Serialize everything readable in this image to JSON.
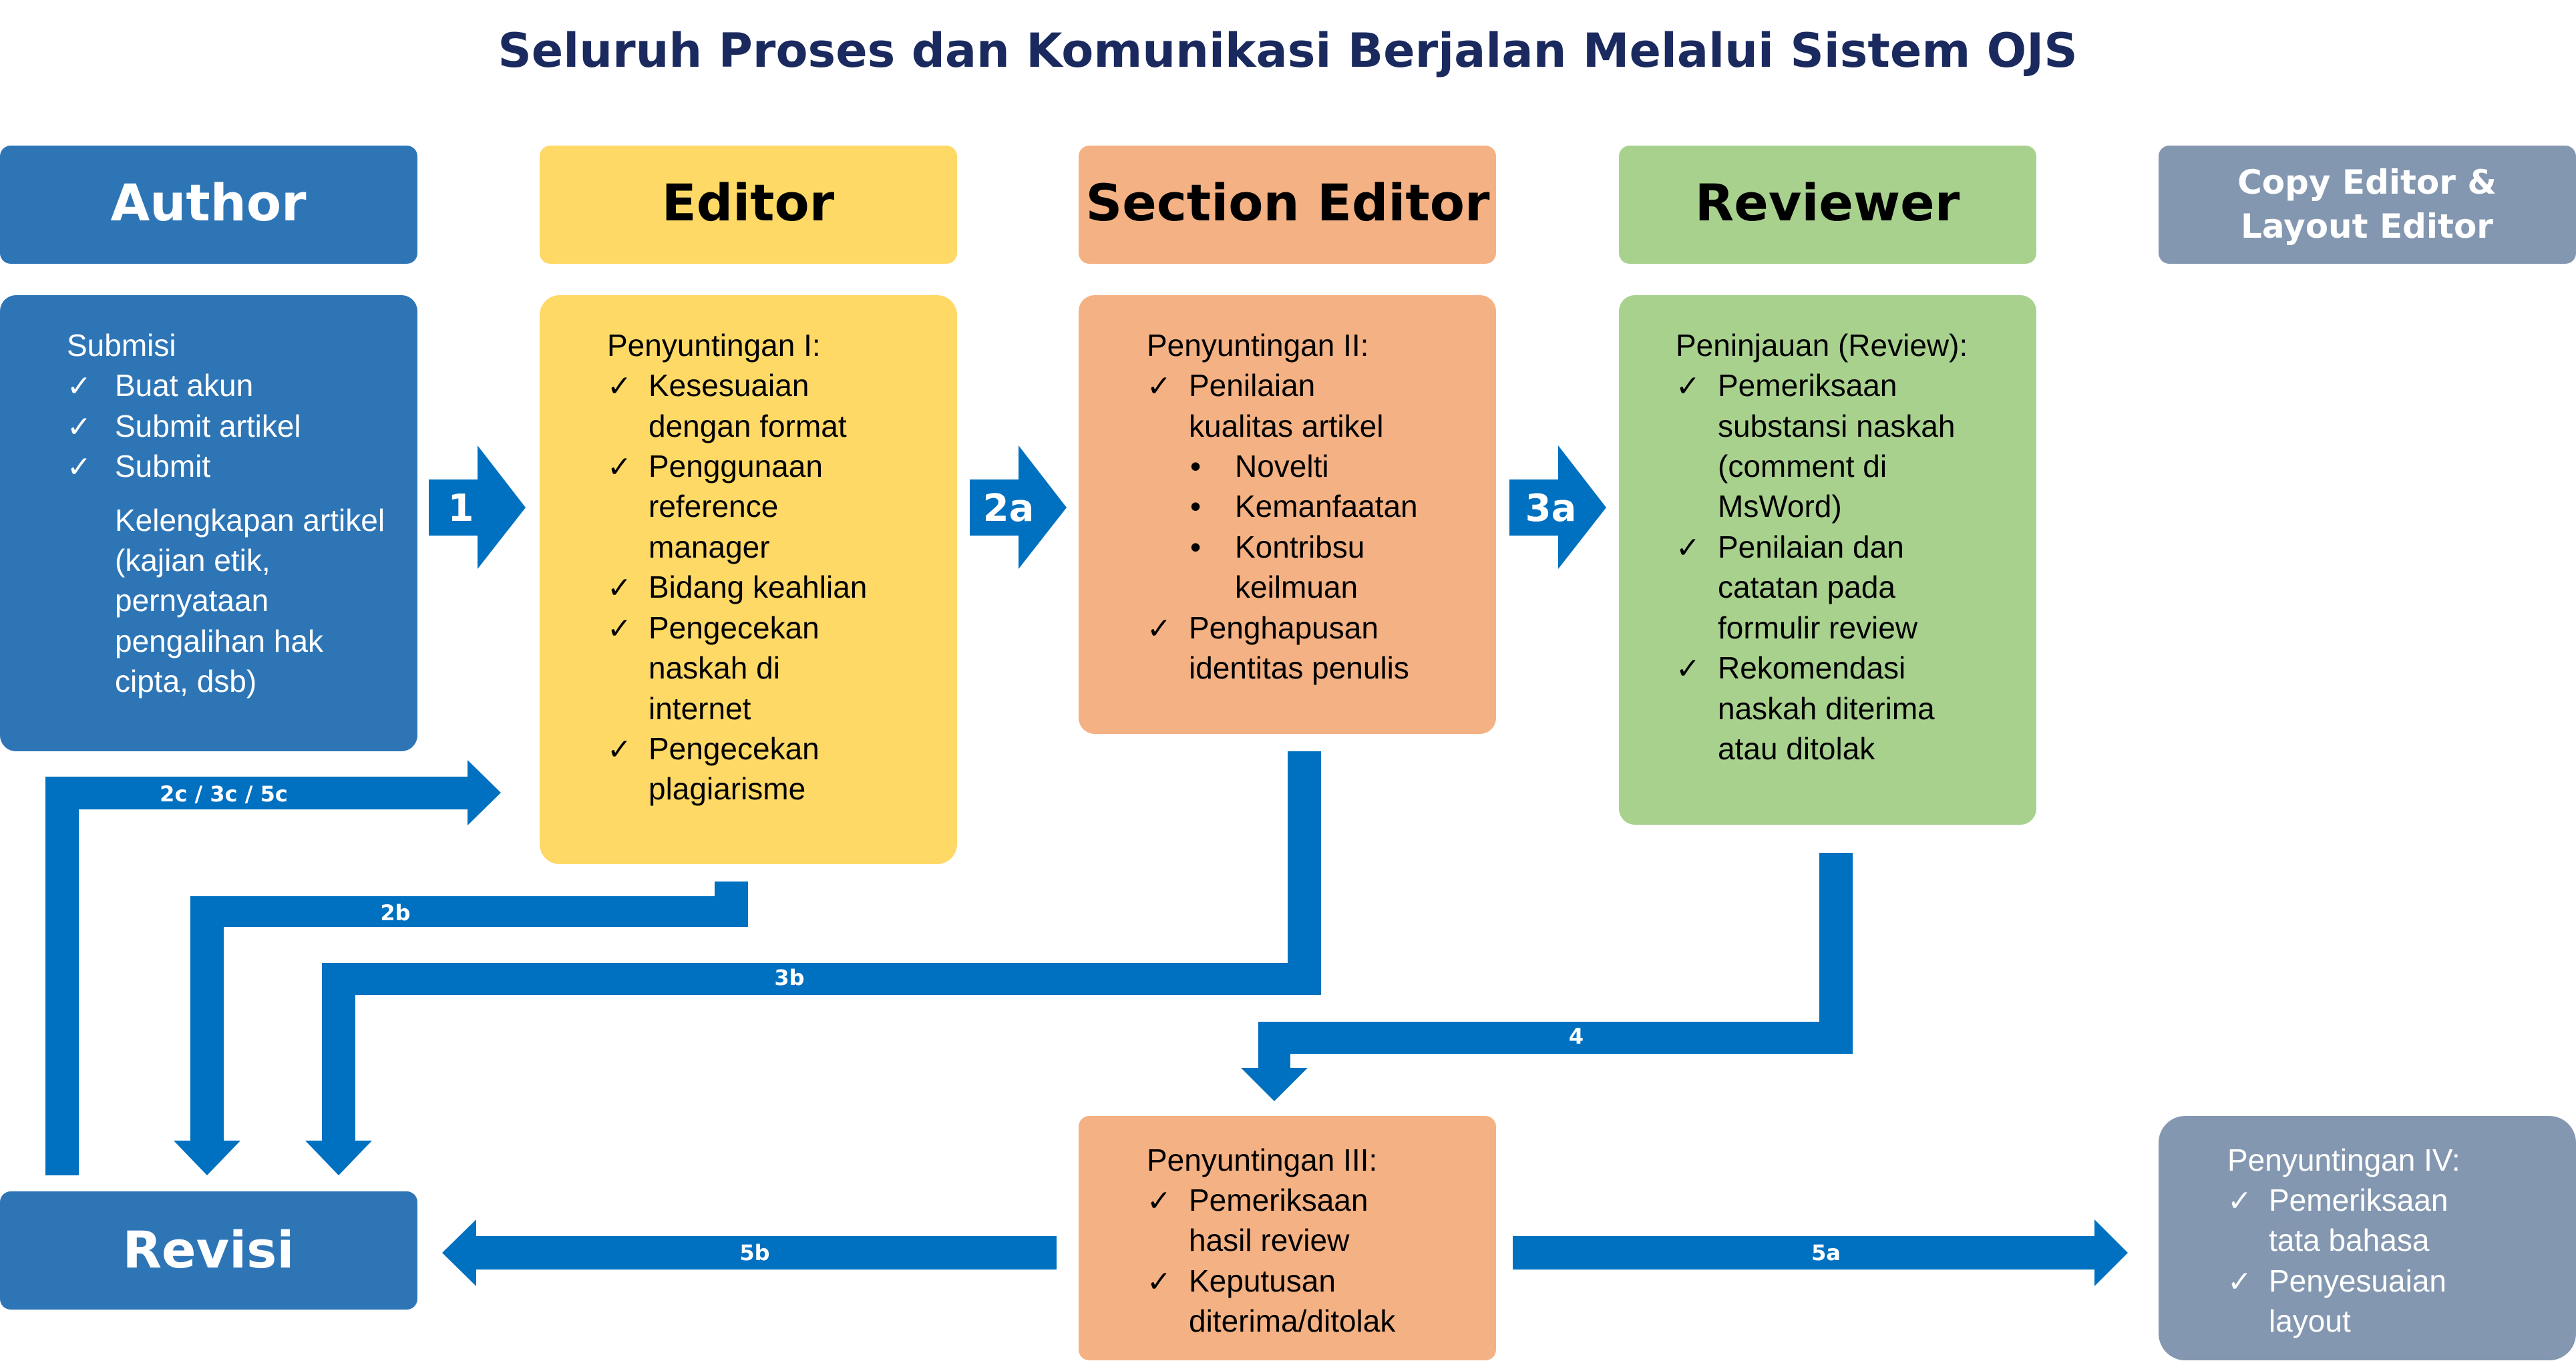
{
  "title": "Seluruh Proses dan Komunikasi Berjalan Melalui Sistem OJS",
  "colors": {
    "title": "#1b2a5e",
    "author": "#2e75b6",
    "editor": "#ffd966",
    "section_editor": "#f4b183",
    "reviewer": "#a9d18e",
    "copy_editor": "#8497b0",
    "arrow": "#0070c0"
  },
  "headers": {
    "author": "Author",
    "editor": "Editor",
    "section_editor": "Section Editor",
    "reviewer": "Reviewer",
    "copy_editor_line1": "Copy Editor &",
    "copy_editor_line2": "Layout Editor",
    "revisi": "Revisi"
  },
  "author_box": {
    "heading": "Submisi",
    "checks": [
      "Buat akun",
      "Submit artikel",
      "Submit"
    ],
    "note": [
      "Kelengkapan artikel",
      "(kajian etik,",
      "pernyataan",
      "pengalihan hak",
      "cipta, dsb)"
    ]
  },
  "editor_box": {
    "heading": "Penyuntingan I:",
    "items": [
      [
        "Kesesuaian",
        "dengan format"
      ],
      [
        "Penggunaan",
        "reference",
        "manager"
      ],
      [
        "Bidang keahlian"
      ],
      [
        "Pengecekan",
        "naskah di",
        "internet"
      ],
      [
        "Pengecekan",
        "plagiarisme"
      ]
    ]
  },
  "section_box": {
    "heading": "Penyuntingan II:",
    "item1": [
      "Penilaian",
      "kualitas artikel"
    ],
    "bullets": [
      [
        "Novelti"
      ],
      [
        "Kemanfaatan"
      ],
      [
        "Kontribsu",
        "keilmuan"
      ]
    ],
    "item2": [
      "Penghapusan",
      "identitas penulis"
    ]
  },
  "reviewer_box": {
    "heading": "Peninjauan (Review):",
    "items": [
      [
        "Pemeriksaan",
        "substansi naskah",
        "(comment di",
        "MsWord)"
      ],
      [
        "Penilaian dan",
        "catatan pada",
        "formulir review"
      ],
      [
        "Rekomendasi",
        "naskah diterima",
        "atau ditolak"
      ]
    ]
  },
  "penyuntingan3_box": {
    "heading": "Penyuntingan III:",
    "items": [
      [
        "Pemeriksaan",
        "hasil review"
      ],
      [
        "Keputusan",
        "diterima/ditolak"
      ]
    ]
  },
  "penyuntingan4_box": {
    "heading": "Penyuntingan IV:",
    "items": [
      [
        "Pemeriksaan",
        "tata bahasa"
      ],
      [
        "Penyesuaian",
        "layout"
      ]
    ]
  },
  "arrow_labels": {
    "a1": "1",
    "a2a": "2a",
    "a3a": "3a",
    "a2c": "2c / 3c / 5c",
    "a2b": "2b",
    "a3b": "3b",
    "a4": "4",
    "a5b": "5b",
    "a5a": "5a"
  },
  "glyphs": {
    "check": "✓",
    "bullet": "•"
  }
}
